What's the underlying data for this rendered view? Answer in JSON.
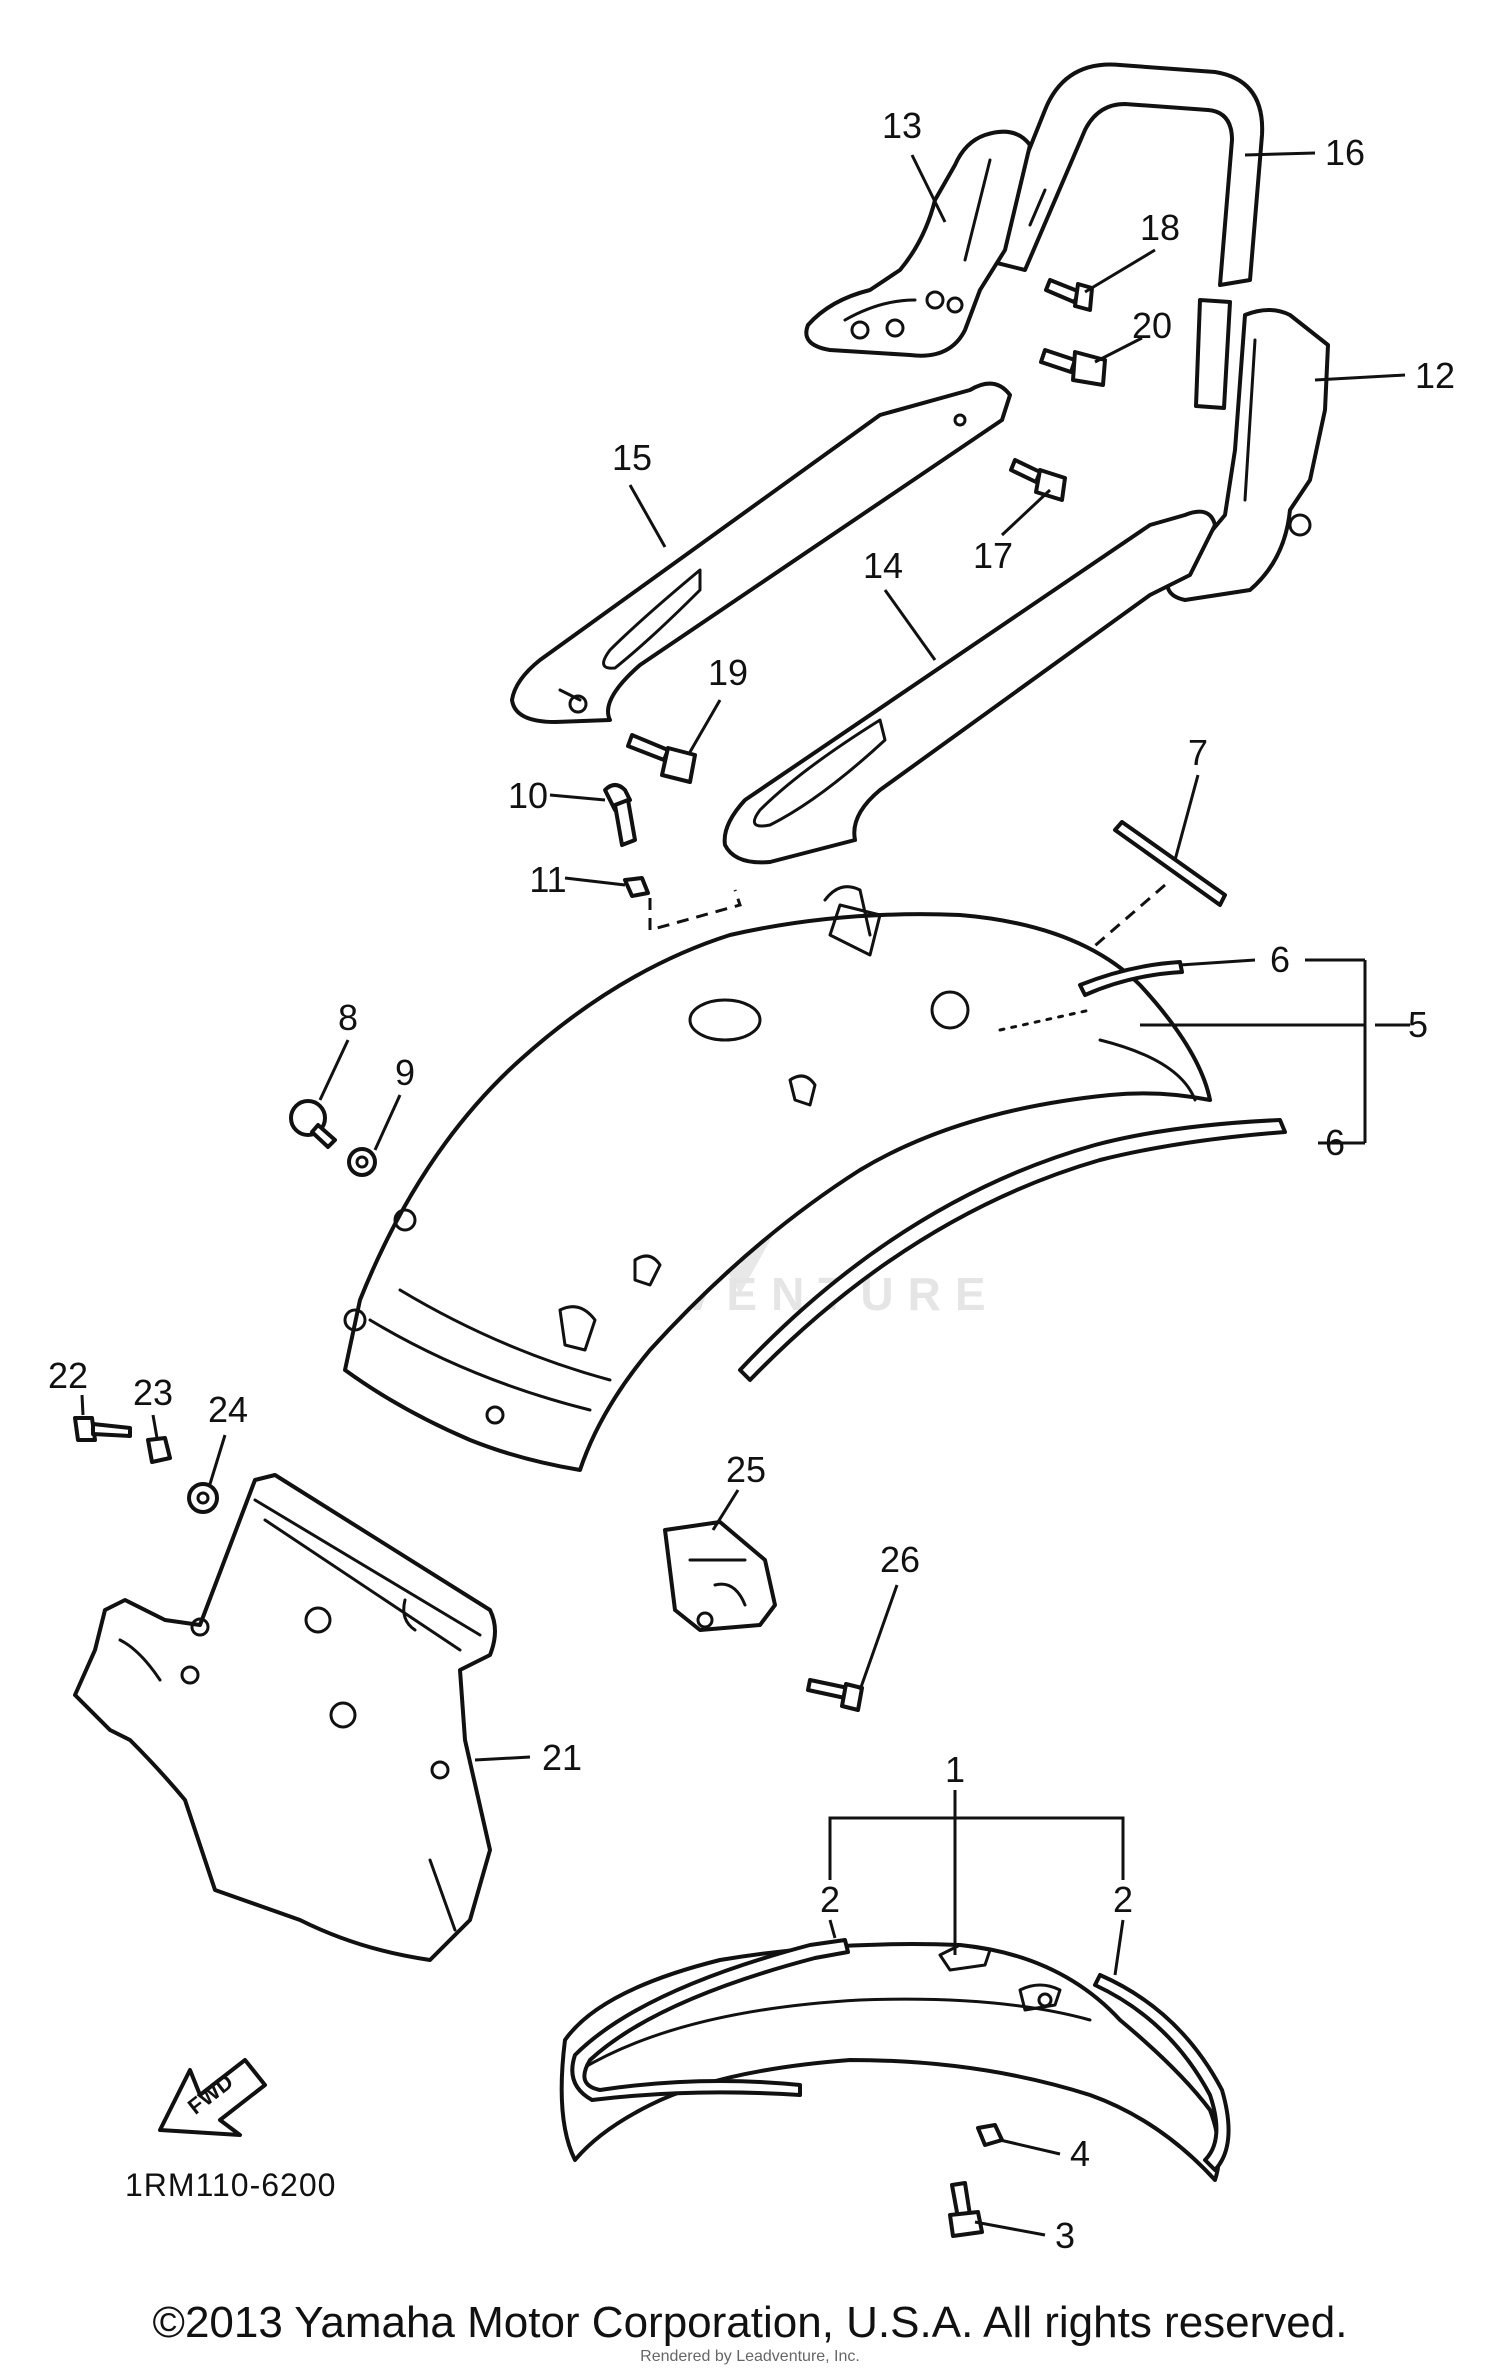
{
  "diagram": {
    "callouts": {
      "c1": "1",
      "c2a": "2",
      "c2b": "2",
      "c3": "3",
      "c4": "4",
      "c5": "5",
      "c6a": "6",
      "c6b": "6",
      "c7": "7",
      "c8": "8",
      "c9": "9",
      "c10": "10",
      "c11": "11",
      "c12": "12",
      "c13": "13",
      "c14": "14",
      "c15": "15",
      "c16": "16",
      "c17": "17",
      "c18": "18",
      "c19": "19",
      "c20": "20",
      "c21": "21",
      "c22": "22",
      "c23": "23",
      "c24": "24",
      "c25": "25",
      "c26": "26"
    },
    "fwd_label": "FWD",
    "part_code": "1RM110-6200",
    "watermark": "LEADVENTURE",
    "copyright": "©2013 Yamaha Motor Corporation, U.S.A. All rights reserved.",
    "rendered_by": "Rendered by Leadventure, Inc."
  }
}
